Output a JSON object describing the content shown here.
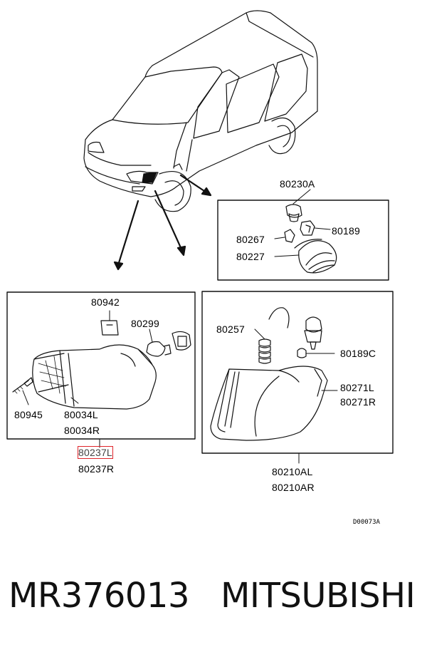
{
  "diagram": {
    "callouts": {
      "group_fog_assy": "80230A",
      "bulb_80189": "80189",
      "socket_80267": "80267",
      "lens_80227": "80227",
      "clip_80942": "80942",
      "bulb_80299": "80299",
      "screw_80945": "80945",
      "lamp_left_80034L": "80034L",
      "lamp_right_80034R": "80034R",
      "assy_left_80237L": "80237L",
      "assy_right_80237R": "80237R",
      "spring_80257": "80257",
      "bulb_80189C": "80189C",
      "lens_left_80271L": "80271L",
      "lens_right_80271R": "80271R",
      "assy_left_80210AL": "80210AL",
      "assy_right_80210AR": "80210AR"
    },
    "drawing_code": "D00073A",
    "highlighted_part": "80237L",
    "highlight_color": "#e0242a"
  },
  "footer": {
    "part_number": "MR376013",
    "brand": "MITSUBISHI"
  }
}
